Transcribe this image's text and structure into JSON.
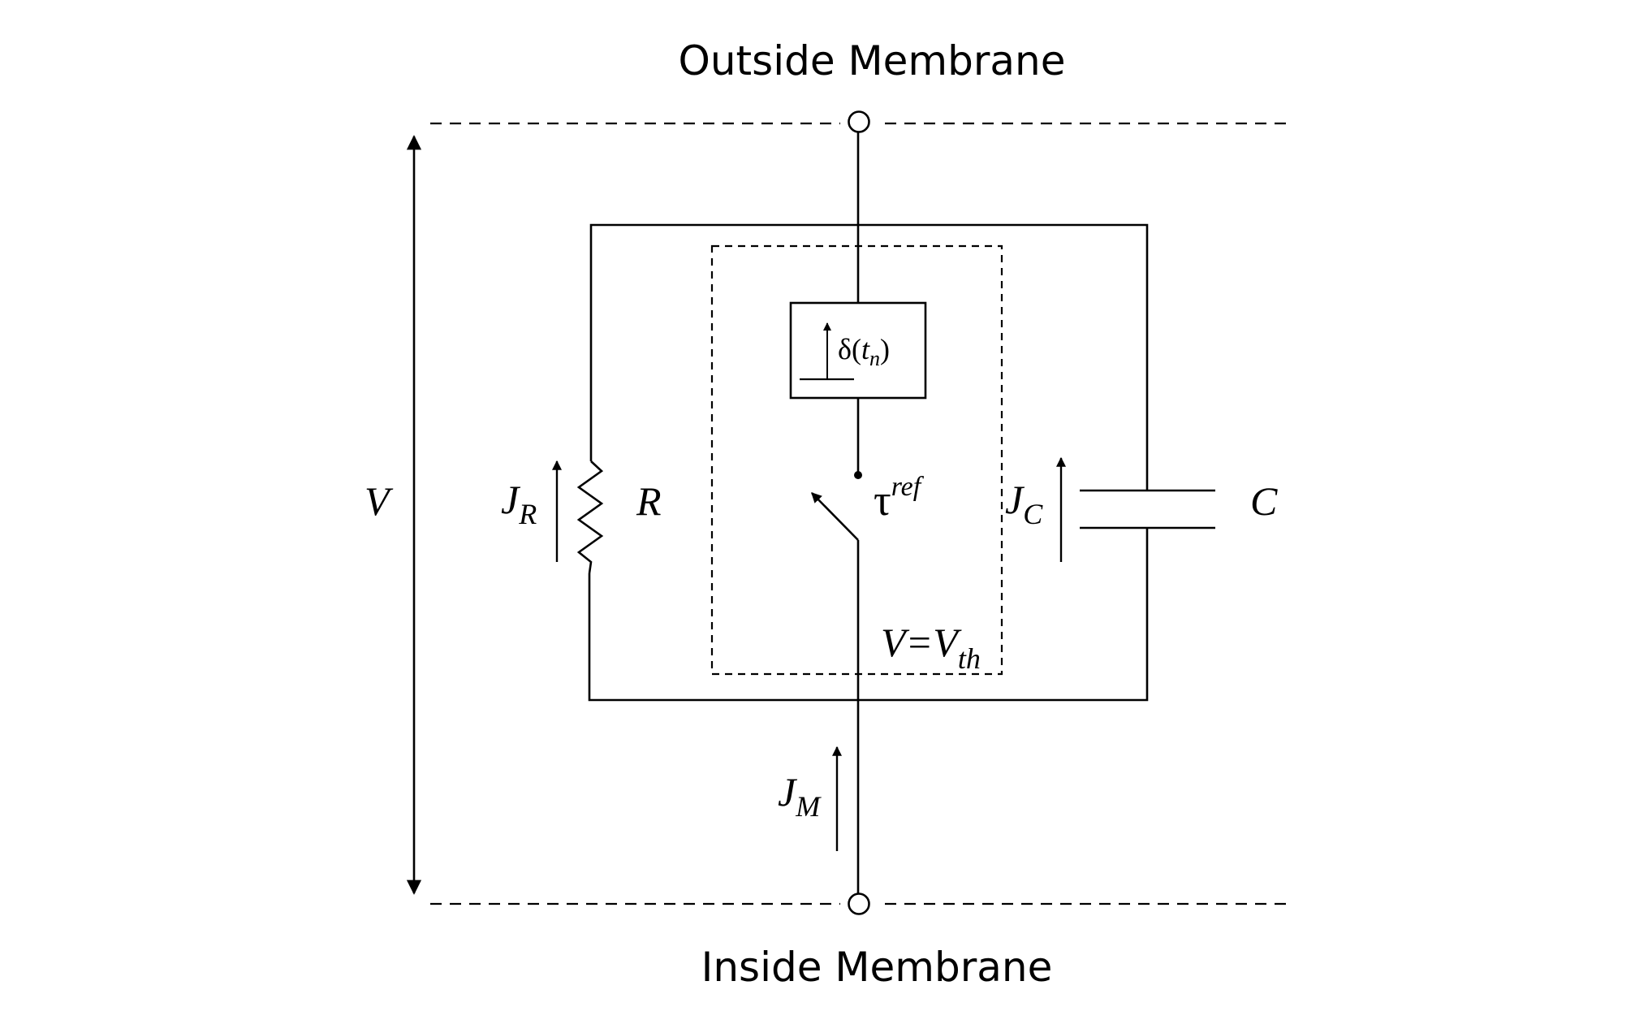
{
  "labels": {
    "outside": "Outside Membrane",
    "inside": "Inside Membrane",
    "voltage": "V",
    "jr_main": "J",
    "jr_sub": "R",
    "resistor": "R",
    "tau_symbol": "τ",
    "tau_sup": "ref",
    "jc_main": "J",
    "jc_sub": "C",
    "capacitor": "C",
    "jm_main": "J",
    "jm_sub": "M",
    "threshold_main": "V=V",
    "threshold_sub": "th",
    "delta_symbol": "δ(",
    "delta_t": "t",
    "delta_n": "n",
    "delta_close": ")"
  }
}
